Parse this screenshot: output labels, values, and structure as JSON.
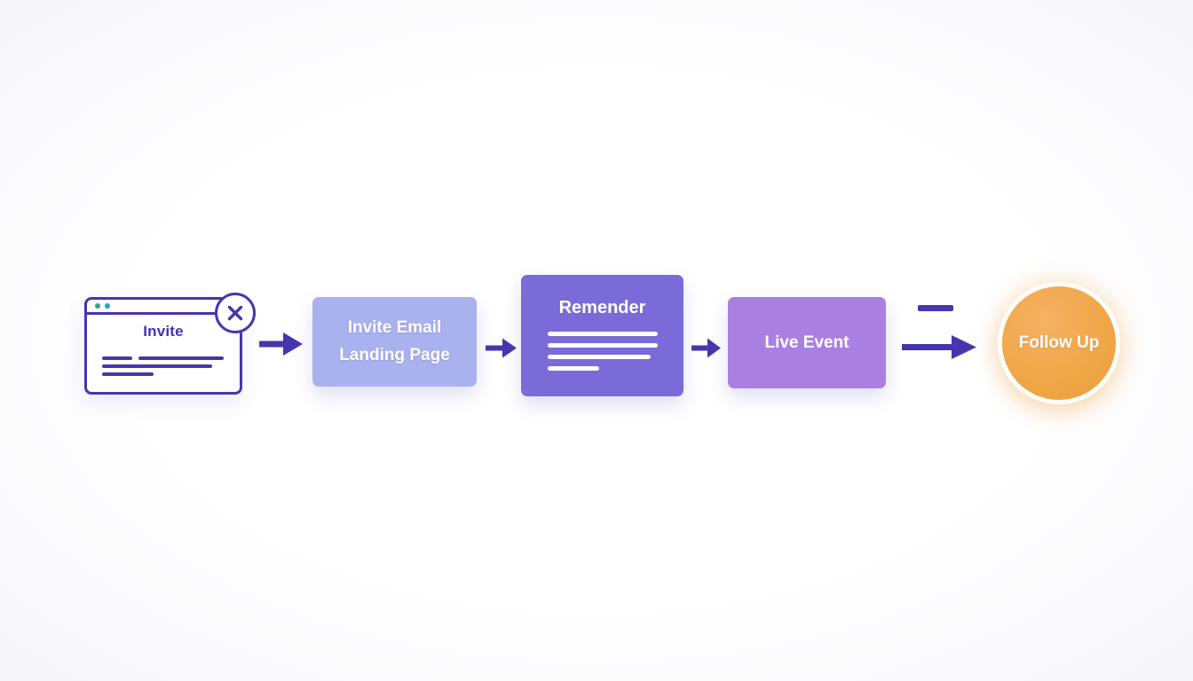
{
  "diagram": {
    "invite": {
      "label": "Invite"
    },
    "invite_email": {
      "line1": "Invite Email",
      "line2": "Landing Page"
    },
    "reminder": {
      "title": "Remender"
    },
    "live_event": {
      "label": "Live Event"
    },
    "follow_up": {
      "label": "Follow Up"
    },
    "colors": {
      "arrow_indigo": "#4636ae",
      "invite_email_bg": "#a9b2ee",
      "reminder_bg": "#7a6bd8",
      "live_event_bg": "#a97fe1",
      "follow_up_bg": "#efa646",
      "browser_border": "#4636ae"
    }
  }
}
